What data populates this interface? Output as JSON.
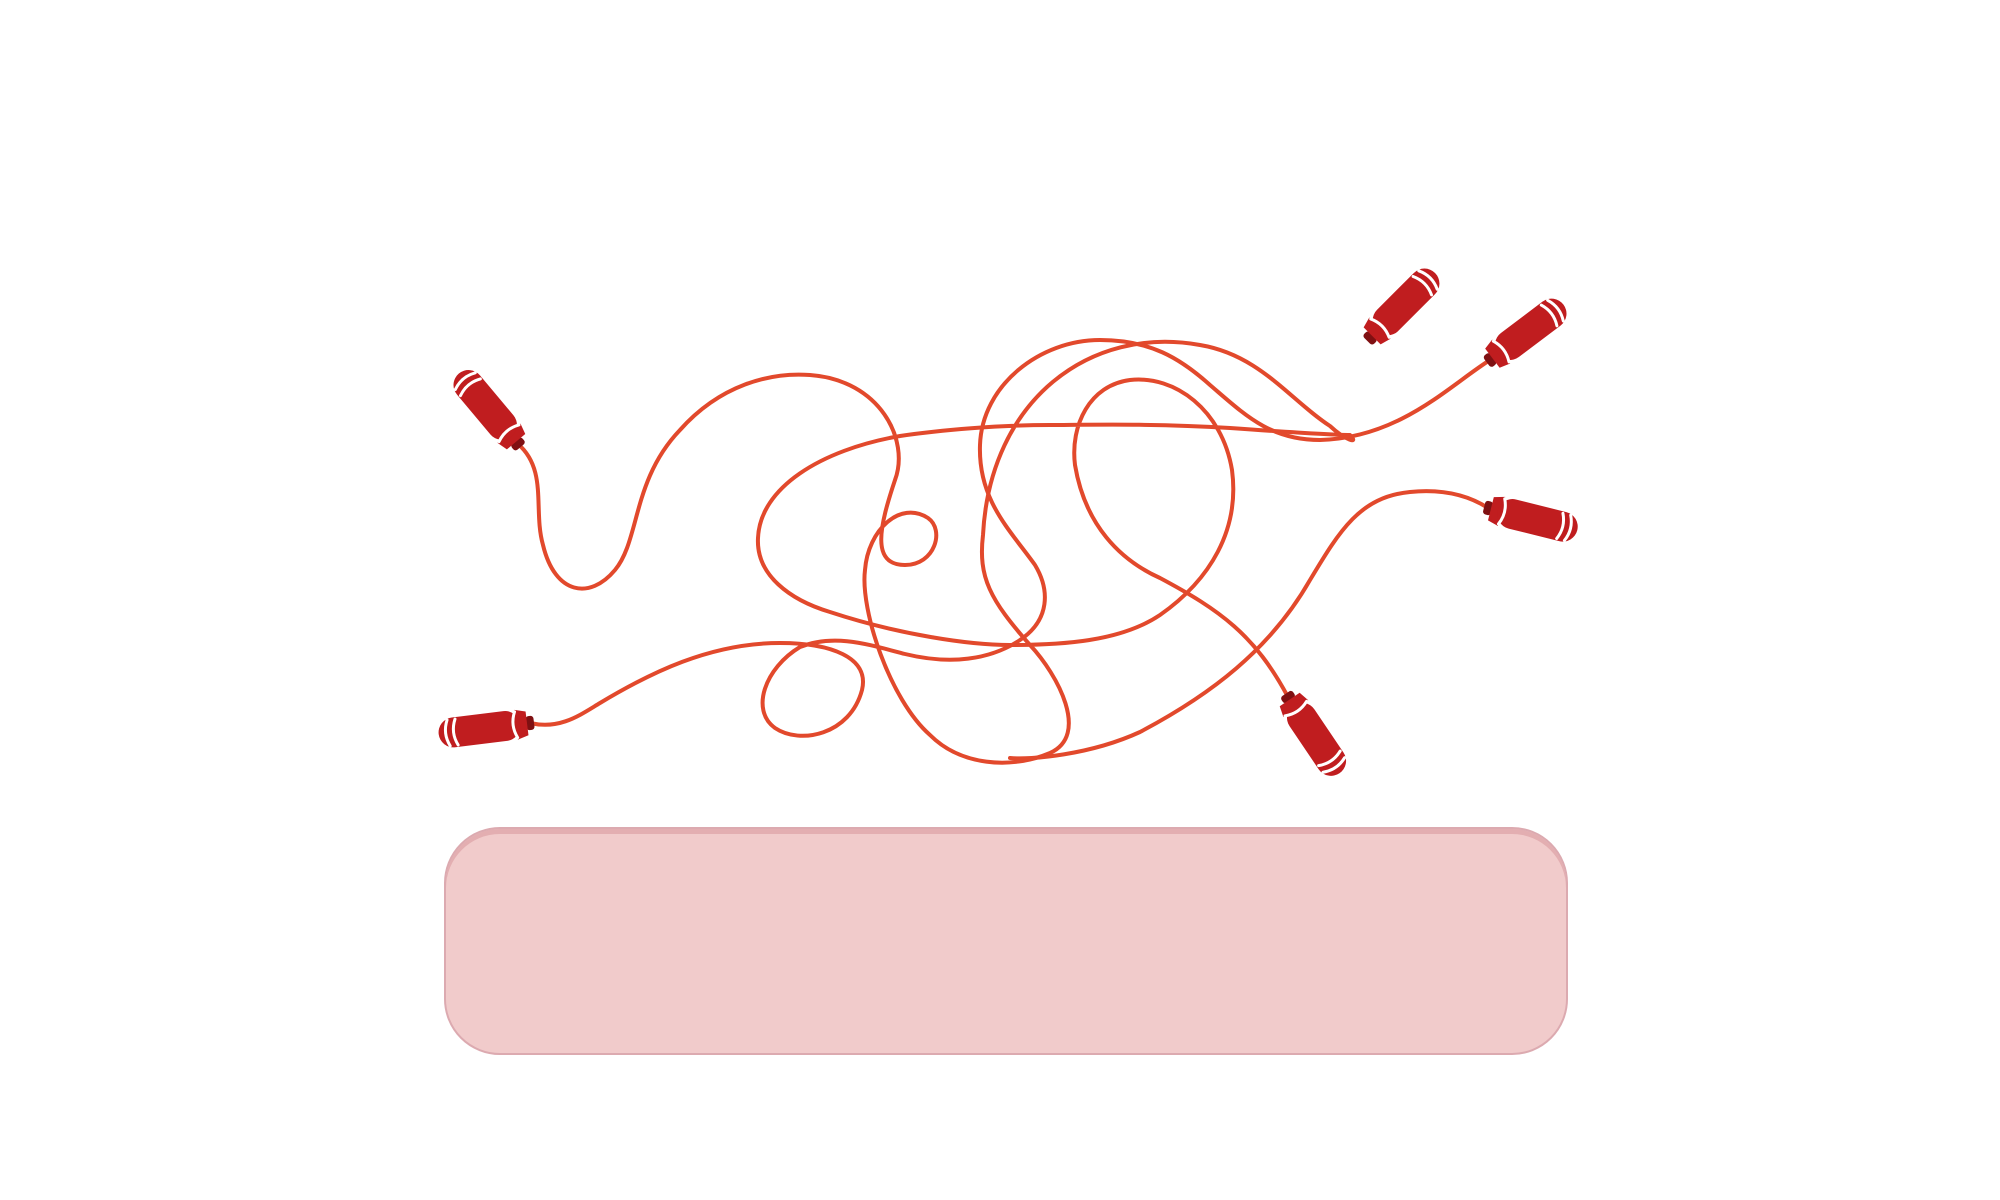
{
  "colors": {
    "background": "#ffffff",
    "rope": "#e2492c",
    "handle_body": "#c01d1f",
    "handle_dark": "#7f1012",
    "handle_stripe": "#ffffff",
    "answer_panel_fill": "#f1cbcb",
    "answer_panel_border": "#dcaab0"
  },
  "game": {
    "type": "tangled-jump-ropes",
    "rope_count": 3,
    "handle_count": 6,
    "handles": [
      {
        "id": "handle-top-left",
        "icon": "jump-rope-handle-icon"
      },
      {
        "id": "handle-bottom-left",
        "icon": "jump-rope-handle-icon"
      },
      {
        "id": "handle-top-right-1",
        "icon": "jump-rope-handle-icon"
      },
      {
        "id": "handle-top-right-2",
        "icon": "jump-rope-handle-icon"
      },
      {
        "id": "handle-middle-right",
        "icon": "jump-rope-handle-icon"
      },
      {
        "id": "handle-bottom-right",
        "icon": "jump-rope-handle-icon"
      }
    ],
    "answer_panel": {
      "text": ""
    }
  }
}
